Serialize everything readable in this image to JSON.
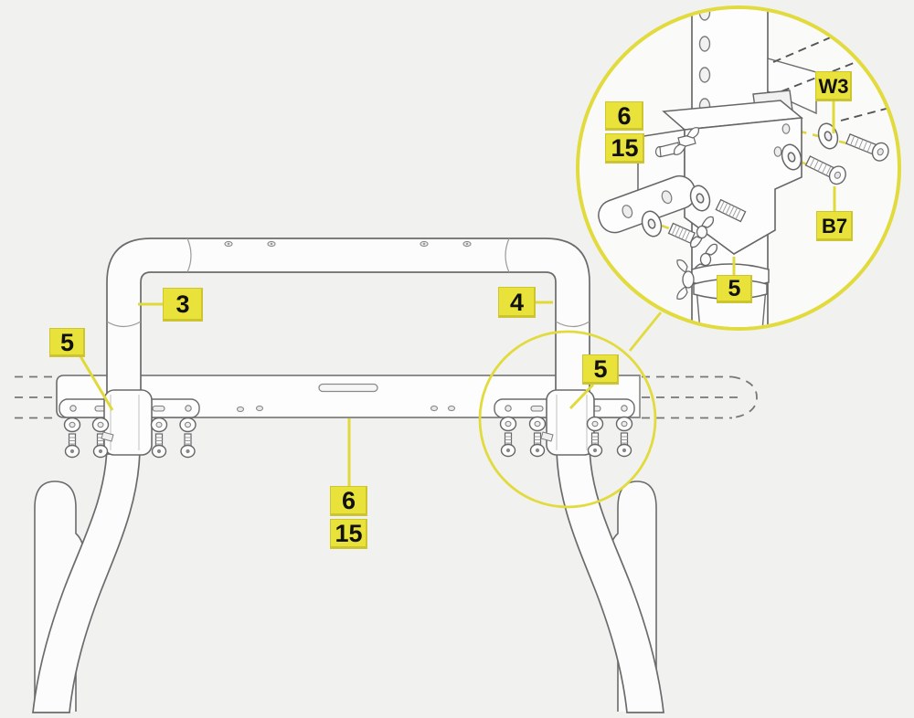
{
  "diagram": {
    "type": "assembly-instruction-diagram",
    "subject": "handlebar and crossbar bracket assembly with exploded hardware detail inset",
    "colors": {
      "background": "#f1f1f0",
      "callout_yellow": "#e9e23a",
      "leader_yellow": "#e2db3d",
      "line_gray": "#6b6b6b",
      "dash_gray": "#555555"
    },
    "labels": {
      "part3": "3",
      "part4": "4",
      "part5_left": "5",
      "part5_circle": "5",
      "part6_main": "6",
      "part15_main": "15",
      "inset_part6": "6",
      "inset_part15": "15",
      "inset_washer": "W3",
      "inset_bolt": "B7",
      "inset_part5": "5"
    }
  }
}
